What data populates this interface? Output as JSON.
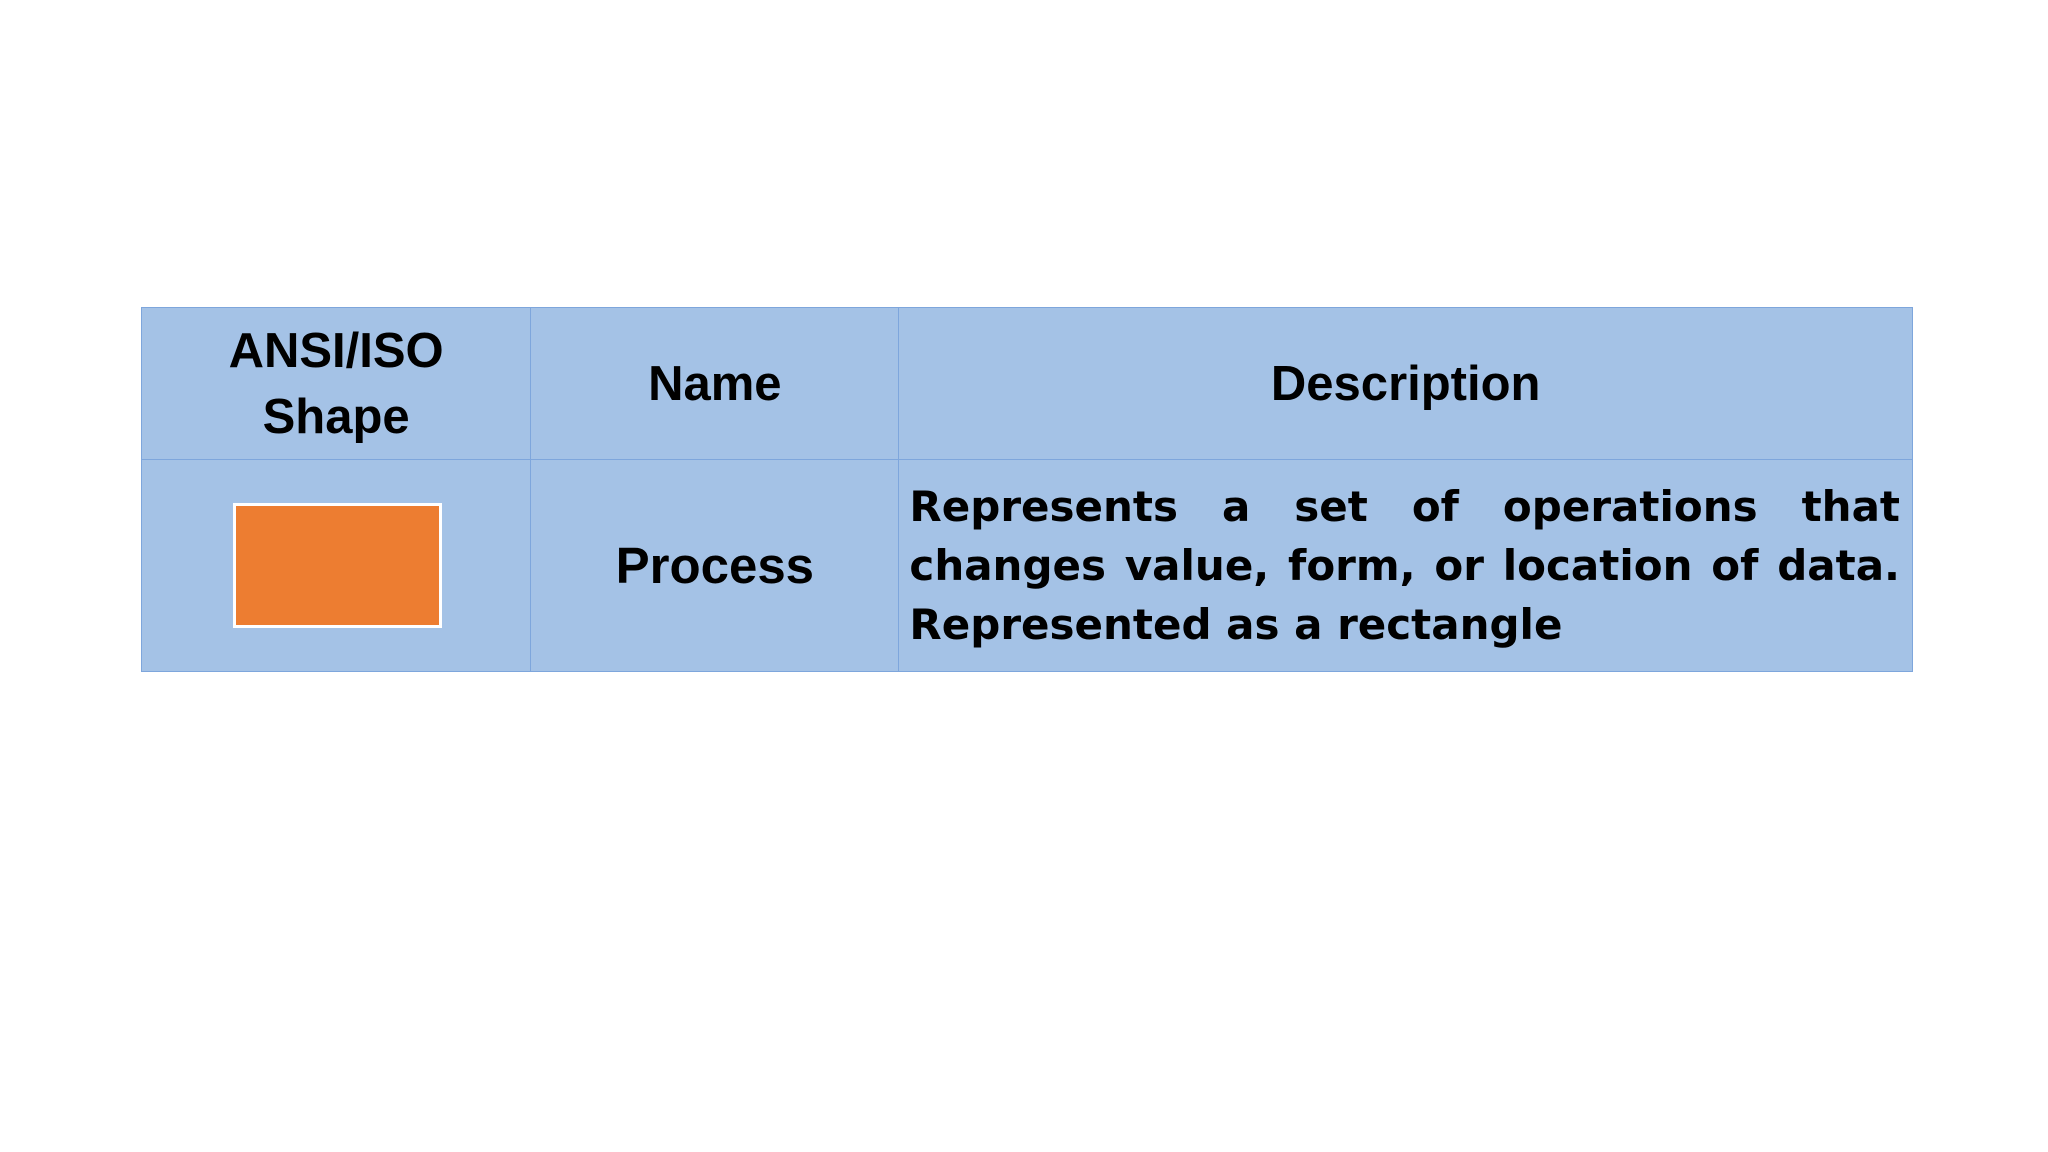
{
  "table": {
    "headers": {
      "shape": "ANSI/ISO Shape",
      "name": "Name",
      "description": "Description"
    },
    "rows": [
      {
        "shape_icon": "process-rectangle-icon",
        "shape_color": "#ed7d31",
        "name": "Process",
        "description": "Represents a set of operations that changes value, form, or location of data. Represented as a rectangle"
      }
    ]
  },
  "colors": {
    "table_fill": "#a4c2e6",
    "table_border": "#7ea6dc",
    "shape_fill": "#ed7d31"
  }
}
